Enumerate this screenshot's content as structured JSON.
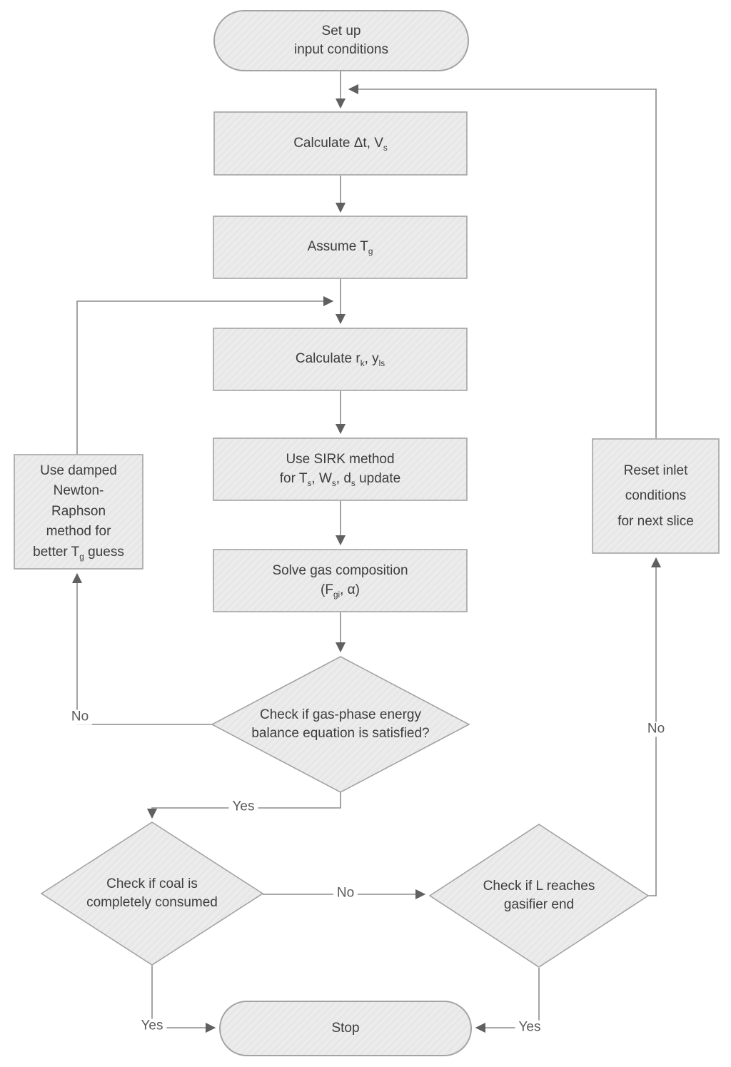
{
  "diagram": {
    "colors": {
      "node_fill": "#ececec",
      "node_stroke": "#a3a3a3",
      "line": "#8c8c8c",
      "arrow": "#606060",
      "text": "#3d3d3d",
      "label_text": "#5a5a5a"
    },
    "nodes": {
      "start": {
        "line1": "Set up",
        "line2": "input conditions"
      },
      "calc_dt": {
        "a": "Calculate Δt, V",
        "sub1": "s"
      },
      "assume_tg": {
        "a": "Assume T",
        "sub1": "g"
      },
      "calc_rk": {
        "a": "Calculate r",
        "sub1": "k",
        "b": ", y",
        "sub2": "ls"
      },
      "sirk": {
        "line1": "Use SIRK method",
        "l2a": "for T",
        "l2s1": "s",
        "l2b": ", W",
        "l2s2": "s",
        "l2c": ", d",
        "l2s3": "s",
        "l2d": " update"
      },
      "solve": {
        "line1": "Solve gas composition",
        "l2a": "(F",
        "l2s1": "gi",
        "l2b": ", α)"
      },
      "d_energy": {
        "line1": "Check if gas-phase energy",
        "line2": "balance equation is satisfied?"
      },
      "newton": {
        "l1": "Use damped",
        "l2": "Newton-",
        "l3": "Raphson",
        "l4": "method for",
        "l5a": "better T",
        "l5s": "g",
        "l5b": " guess"
      },
      "reset": {
        "l1": "Reset inlet",
        "l2": "conditions",
        "l3": "for next slice"
      },
      "d_coal": {
        "line1": "Check if coal is",
        "line2": "completely consumed"
      },
      "d_length": {
        "line1": "Check if L reaches",
        "line2": "gasifier end"
      },
      "stop": {
        "text": "Stop"
      }
    },
    "labels": {
      "no_energy": "No",
      "yes_energy": "Yes",
      "no_coal": "No",
      "no_length": "No",
      "yes_coal": "Yes",
      "yes_length": "Yes"
    }
  }
}
